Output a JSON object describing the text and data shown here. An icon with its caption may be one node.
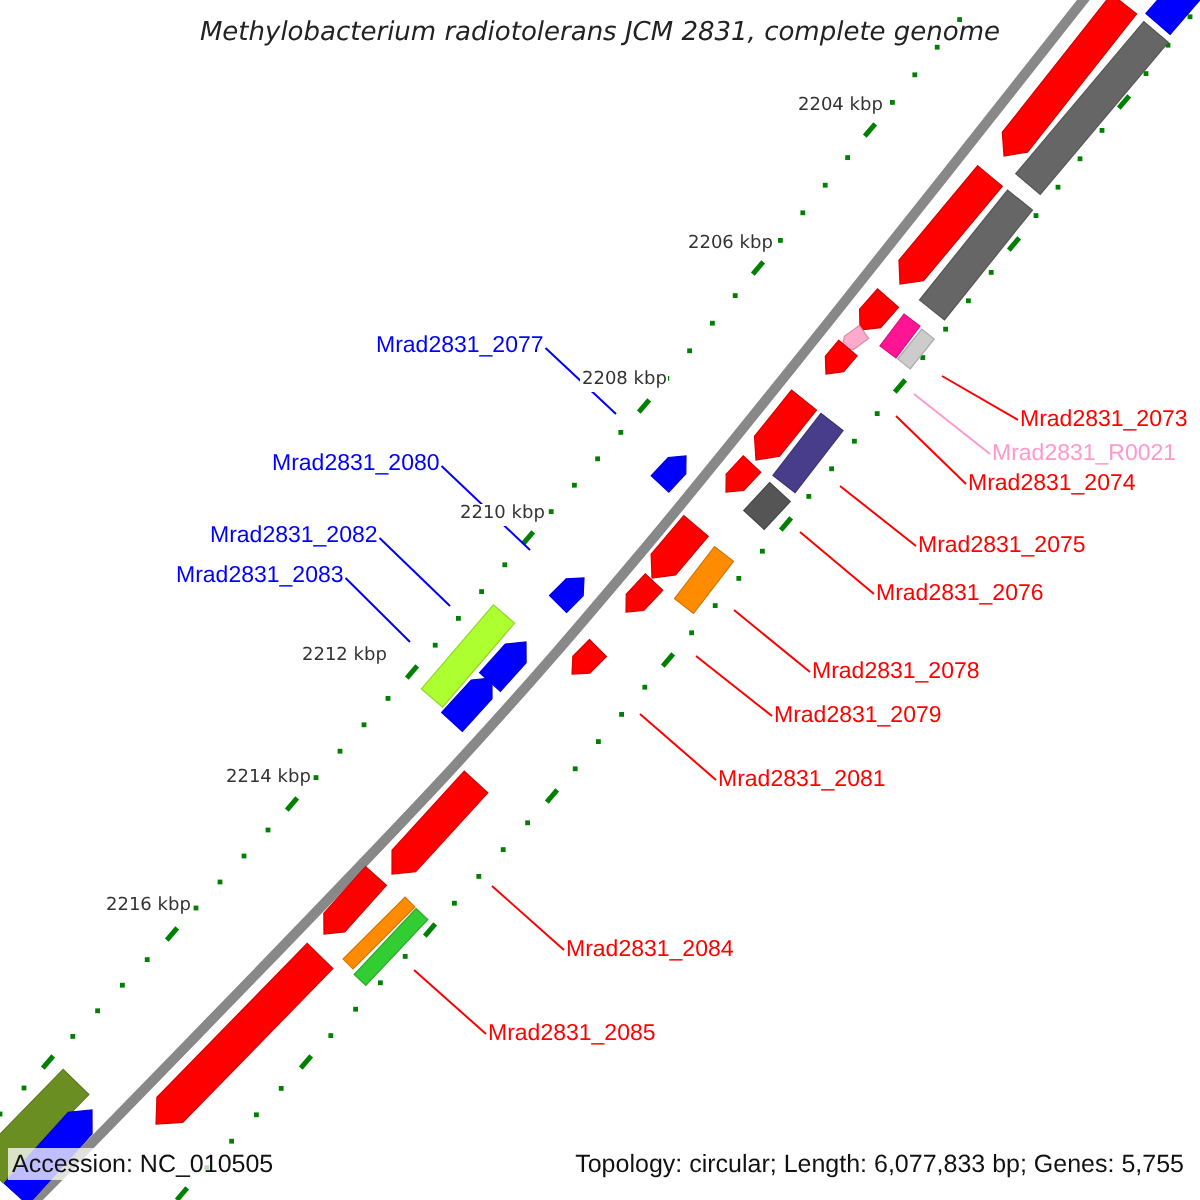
{
  "diagram": {
    "title": "Methylobacterium radiotolerans JCM 2831, complete genome",
    "nodes": [
      {
        "text": [
          "Mrad2831_2077"
        ]
      },
      {
        "text": [
          "Mrad2831_2073"
        ]
      },
      {
        "text": [
          "Mrad2831_R0021"
        ]
      },
      {
        "text": [
          "Mrad2831_2080"
        ]
      },
      {
        "text": [
          "Mrad2831_2074"
        ]
      },
      {
        "text": [
          "Mrad2831_2082"
        ]
      },
      {
        "text": [
          "Mrad2831_2075"
        ]
      },
      {
        "text": [
          "Mrad2831_2083"
        ]
      },
      {
        "text": [
          "Mrad2831_2076"
        ]
      },
      {
        "text": [
          "Mrad2831_2078"
        ]
      },
      {
        "text": [
          "Mrad2831_2079"
        ]
      },
      {
        "text": [
          "Mrad2831_2081"
        ]
      },
      {
        "text": [
          "Mrad2831_2084"
        ]
      },
      {
        "text": [
          "Mrad2831_2085"
        ]
      }
    ],
    "edges": [
      {
        "from": 0,
        "to": null,
        "arrow": "none",
        "color": "#0000ff"
      },
      {
        "from": 1,
        "to": null,
        "arrow": "none"
      },
      {
        "from": 2,
        "to": null,
        "arrow": "none",
        "color": "#ff99cc"
      },
      {
        "from": 3,
        "to": null,
        "arrow": "none",
        "color": "#0000ff"
      },
      {
        "from": 4,
        "to": null,
        "arrow": "none"
      },
      {
        "from": 5,
        "to": null,
        "arrow": "none",
        "color": "#0000ff"
      },
      {
        "from": 6,
        "to": null,
        "arrow": "none"
      },
      {
        "from": 7,
        "to": null,
        "arrow": "none",
        "color": "#0000ff"
      },
      {
        "from": 8,
        "to": null,
        "arrow": "none"
      },
      {
        "from": 9,
        "to": null,
        "arrow": "none"
      },
      {
        "from": 10,
        "to": null,
        "arrow": "none"
      },
      {
        "from": 11,
        "to": null,
        "arrow": "none"
      },
      {
        "from": 12,
        "to": null,
        "arrow": "none"
      },
      {
        "from": 13,
        "to": null,
        "arrow": "none"
      }
    ],
    "labels": [
      "2204 kbp",
      "2206 kbp",
      "2208 kbp",
      "2210 kbp",
      "2212 kbp",
      "2214 kbp",
      "2216 kbp",
      "Accession: NC_010505",
      "Topology: circular; Length: 6,077,833 bp; Genes: 5,755"
    ]
  }
}
